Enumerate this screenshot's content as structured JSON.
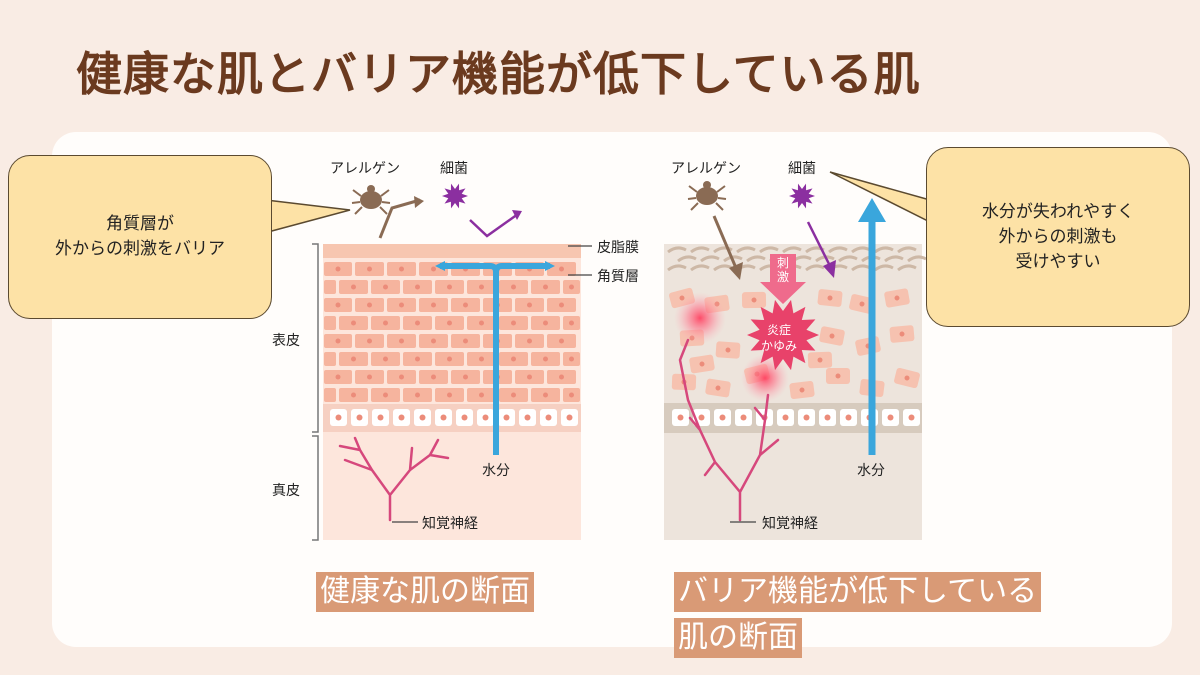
{
  "title": "健康な肌とバリア機能が低下している肌",
  "callouts": {
    "left": [
      "角質層が",
      "外からの刺激をバリア"
    ],
    "right": [
      "水分が失われやすく",
      "外からの刺激も",
      "受けやすい"
    ]
  },
  "labels": {
    "allergen": "アレルゲン",
    "bacteria": "細菌",
    "sebum_film": "皮脂膜",
    "stratum_corneum": "角質層",
    "epidermis": "表皮",
    "dermis": "真皮",
    "water": "水分",
    "sensory_nerve": "知覚神経",
    "stimulus": "刺激",
    "inflammation": "炎症",
    "itch": "かゆみ"
  },
  "captions": {
    "healthy": "健康な肌の断面",
    "damaged": [
      "バリア機能が低下している",
      "肌の断面"
    ]
  },
  "colors": {
    "title": "#6b3a1f",
    "callout_fill": "#fde2a6",
    "caption_bg": "#d99a76",
    "water_arrow": "#3aa6dc",
    "nerve": "#d6487c",
    "bacteria": "#8b2fa0",
    "allergen_arrow": "#8a6b54"
  }
}
